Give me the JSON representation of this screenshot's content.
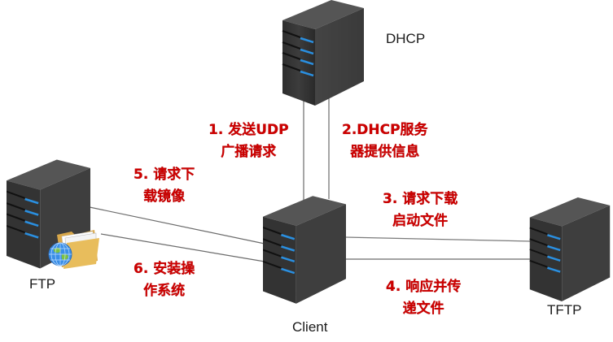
{
  "diagram": {
    "nodes": {
      "dhcp": {
        "label": "DHCP"
      },
      "client": {
        "label": "Client"
      },
      "ftp": {
        "label": "FTP"
      },
      "tftp": {
        "label": "TFTP"
      }
    },
    "steps": [
      {
        "line1": "1. 发送UDP",
        "line2": "广播请求"
      },
      {
        "line1": "2.DHCP服务",
        "line2": "器提供信息"
      },
      {
        "line1": "3. 请求下载",
        "line2": "启动文件"
      },
      {
        "line1": "4. 响应并传",
        "line2": "递文件"
      },
      {
        "line1": "5. 请求下",
        "line2": "载镜像"
      },
      {
        "line1": "6. 安装操",
        "line2": "作系统"
      }
    ],
    "colors": {
      "step_text": "#cc0000",
      "server_body": "#3a3a3a",
      "server_led": "#2a8fe0",
      "link": "#6b6b6b"
    }
  }
}
